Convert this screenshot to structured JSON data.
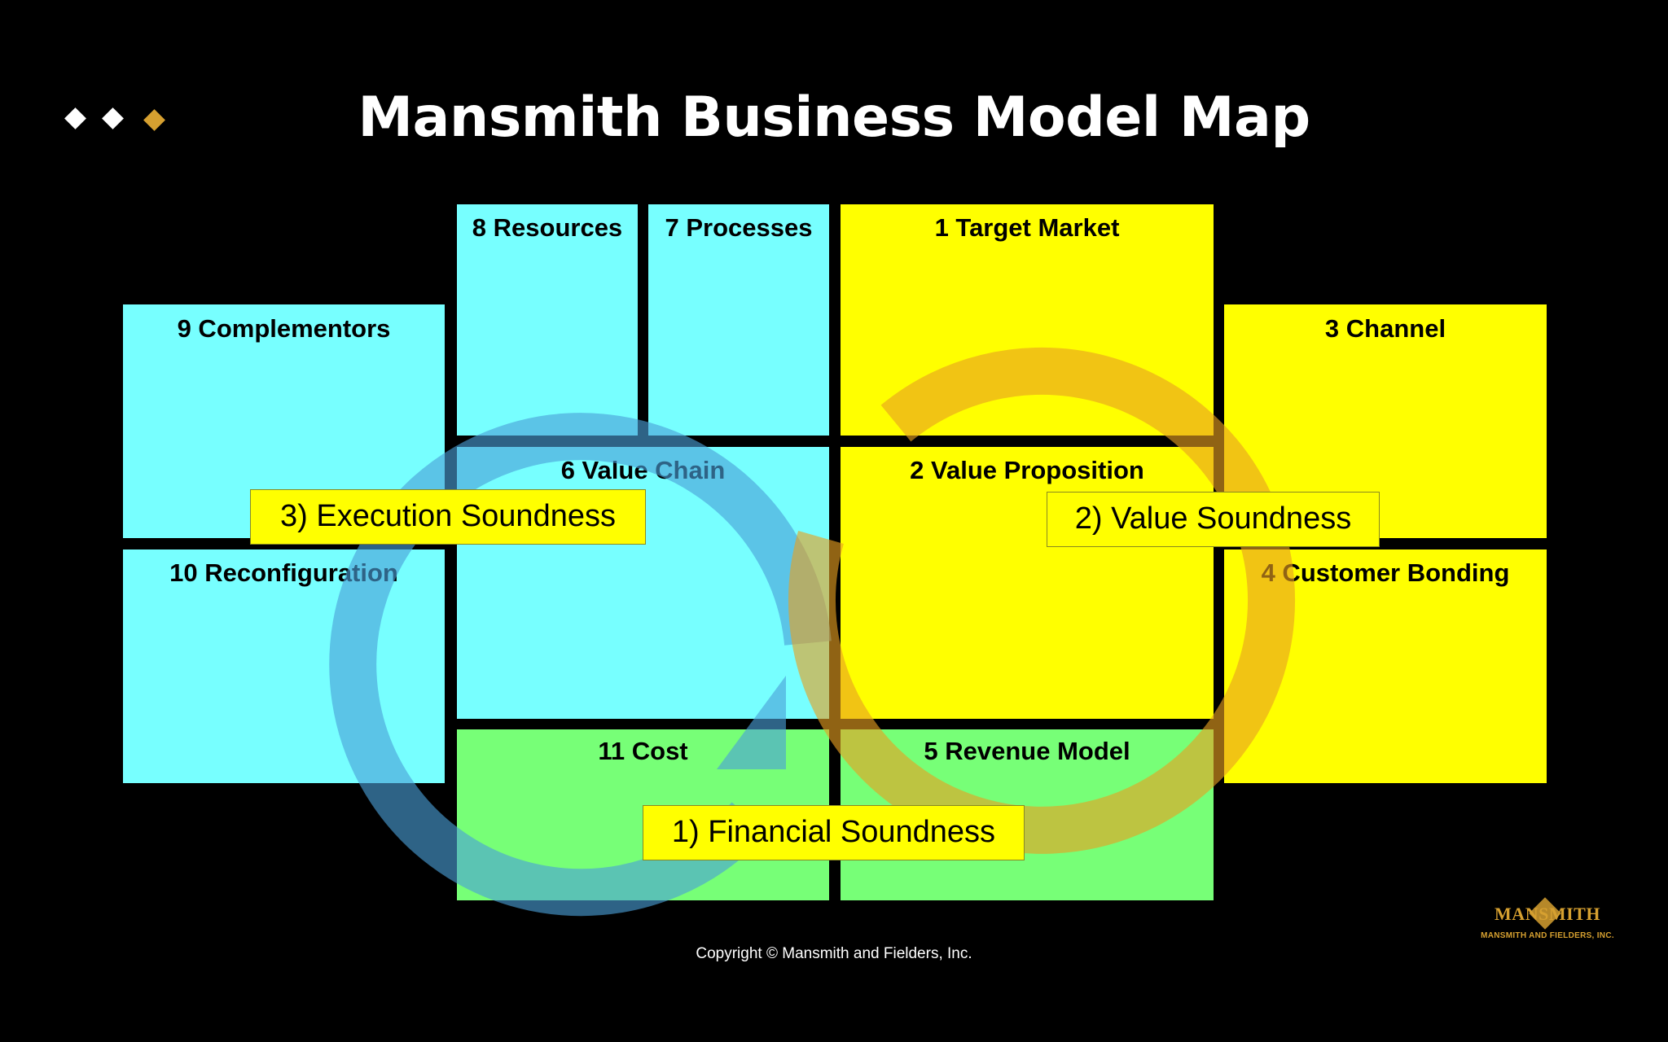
{
  "title": "Mansmith Business Model Map",
  "colors": {
    "background": "#000000",
    "cyan": "#77ffff",
    "yellow": "#ffff00",
    "green": "#77ff77",
    "gold": "#d6a030",
    "white": "#ffffff",
    "callout": "#ffff00"
  },
  "blocks": {
    "resources": {
      "label": "8 Resources",
      "color": "cyan"
    },
    "processes": {
      "label": "7 Processes",
      "color": "cyan"
    },
    "target_market": {
      "label": "1 Target Market",
      "color": "yellow"
    },
    "complementors": {
      "label": "9 Complementors",
      "color": "cyan"
    },
    "channel": {
      "label": "3 Channel",
      "color": "yellow"
    },
    "value_chain": {
      "label": "6 Value Chain",
      "color": "cyan"
    },
    "value_proposition": {
      "label": "2 Value Proposition",
      "color": "yellow"
    },
    "reconfiguration": {
      "label": "10 Reconfiguration",
      "color": "cyan"
    },
    "customer_bonding": {
      "label": "4 Customer Bonding",
      "color": "yellow"
    },
    "cost": {
      "label": "11 Cost",
      "color": "green"
    },
    "revenue_model": {
      "label": "5 Revenue Model",
      "color": "green"
    }
  },
  "callouts": {
    "execution": "3) Execution Soundness",
    "value": "2) Value Soundness",
    "financial": "1) Financial Soundness"
  },
  "copyright": "Copyright © Mansmith and Fielders, Inc.",
  "logo": {
    "mark": "MANSMITH",
    "subtitle": "MANSMITH AND FIELDERS, INC."
  }
}
